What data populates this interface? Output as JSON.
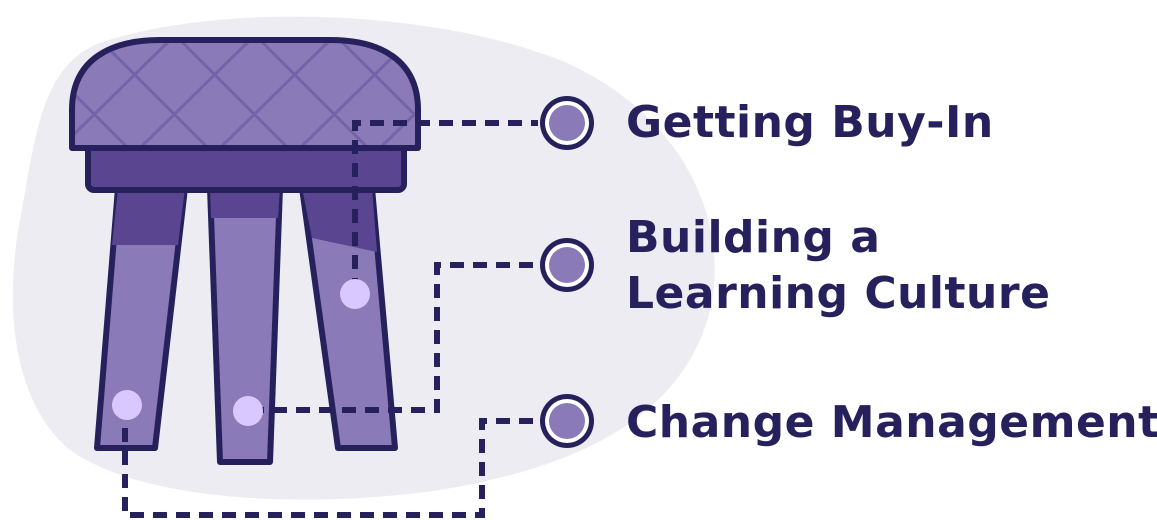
{
  "pillars": [
    {
      "lines": [
        "Getting Buy-In"
      ]
    },
    {
      "lines": [
        "Building a",
        "Learning Culture"
      ]
    },
    {
      "lines": [
        "Change Management"
      ]
    }
  ],
  "colors": {
    "ink": "#26215c",
    "blob": "#ececf2",
    "seat": "#8a7bb8",
    "seat_band": "#5a4690",
    "leg": "#8a7bb8",
    "leg_shadow": "#5a4690",
    "leg_dot": "#d9c8ff",
    "node_fill": "#8a7bb8",
    "node_ring": "#ffffff"
  }
}
